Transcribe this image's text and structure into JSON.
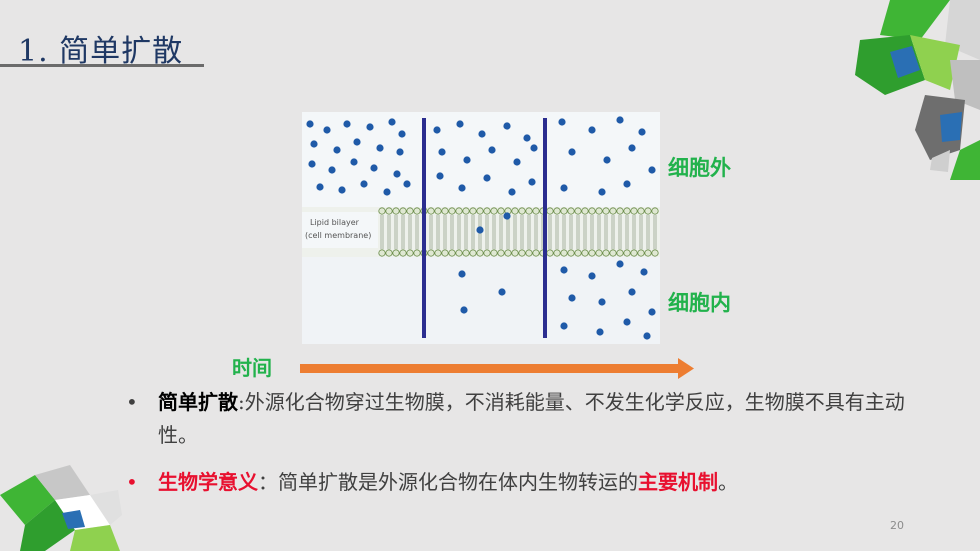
{
  "slide": {
    "title": "1. 简单扩散",
    "page_number": "20"
  },
  "figure": {
    "membrane_label_line1": "Lipid bilayer",
    "membrane_label_line2": "(cell membrane)",
    "outside_label": "细胞外",
    "inside_label": "细胞内",
    "time_label": "时间"
  },
  "bullets": [
    {
      "term": "简单扩散",
      "separator": ":",
      "text": "外源化合物穿过生物膜，不消耗能量、不发生化学反应，生物膜不具有主动性。"
    },
    {
      "term": "生物学意义",
      "separator": "：",
      "text_before": "简单扩散是外源化合物在体内生物转运的",
      "highlight": "主要机制",
      "text_after": "。"
    }
  ],
  "colors": {
    "title": "#1f3864",
    "label_green": "#22b24c",
    "arrow_orange": "#ed7d31",
    "bullet_red": "#e8102f",
    "molecule_blue": "#1f5aa8",
    "divider_navy": "#2b2d8f",
    "deco_green": "#3fb535"
  }
}
